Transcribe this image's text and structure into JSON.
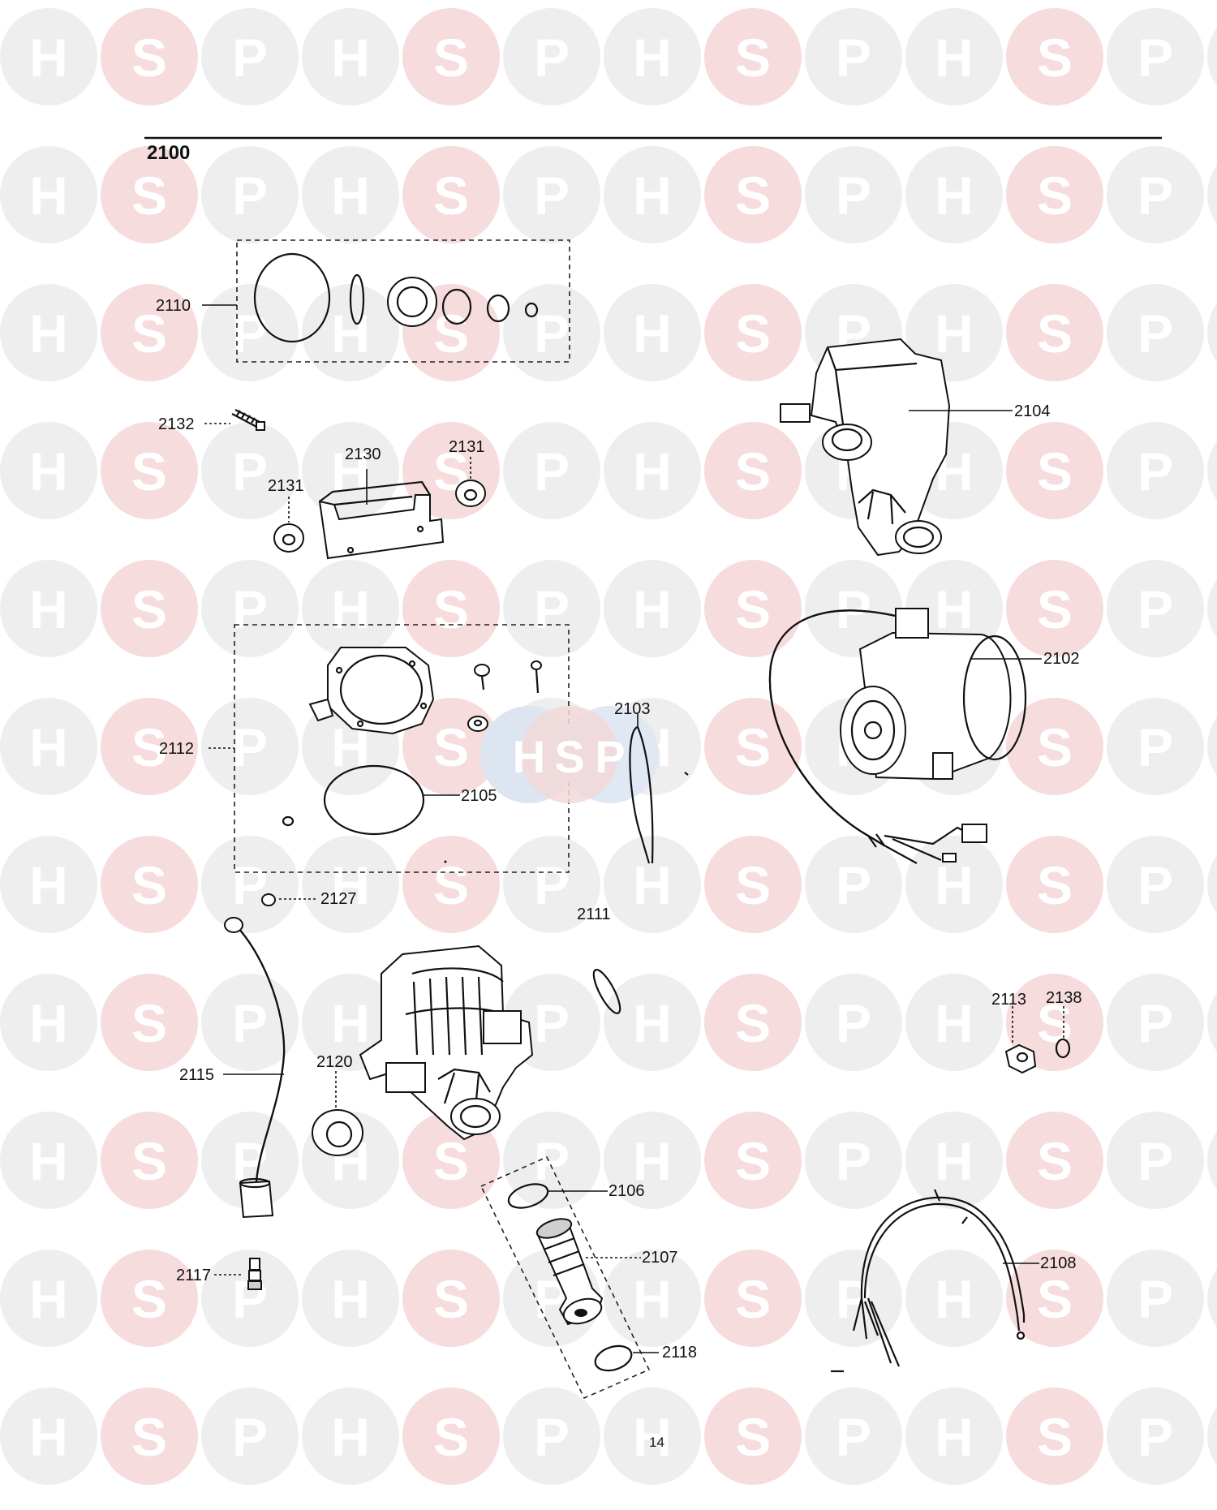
{
  "section_label": "2100",
  "page_number": "14",
  "watermark": {
    "letters": [
      "H",
      "S",
      "P"
    ],
    "colors": [
      "#eeeeee",
      "#f6dcdc",
      "#eeeeee"
    ]
  },
  "center_badge": {
    "letters": [
      "H",
      "S",
      "P"
    ],
    "colors": [
      "#e3e8f2",
      "#f3dada",
      "#dce6f1"
    ]
  },
  "callouts": {
    "c2110": "2110",
    "c2132": "2132",
    "c2130": "2130",
    "c2131a": "2131",
    "c2131b": "2131",
    "c2104": "2104",
    "c2102": "2102",
    "c2112": "2112",
    "c2105": "2105",
    "c2103": "2103",
    "c2127": "2127",
    "c2111": "2111",
    "c2113": "2113",
    "c2138": "2138",
    "c2115": "2115",
    "c2120": "2120",
    "c2106": "2106",
    "c2107": "2107",
    "c2118": "2118",
    "c2117": "2117",
    "c2108": "2108"
  },
  "parts": {
    "p2110": "seal-kit-icon",
    "p2132": "screw-icon",
    "p2130": "bracket-icon",
    "p2131": "grommet-icon",
    "p2104": "pump-housing-icon",
    "p2102": "pump-motor-icon",
    "p2112": "gasket-kit-icon",
    "p2105": "o-ring-icon",
    "p2103": "clip-icon",
    "p2127": "nut-icon",
    "p2111": "ring-icon",
    "p2113": "nut-icon",
    "p2138": "o-ring-icon",
    "p2115": "pipe-icon",
    "p2120": "bush-icon",
    "p2106": "washer-icon",
    "p2107": "valve-icon",
    "p2118": "washer-icon",
    "p2117": "fitting-icon",
    "p2108": "wiring-harness-icon",
    "p2109": "pump-body-icon"
  }
}
